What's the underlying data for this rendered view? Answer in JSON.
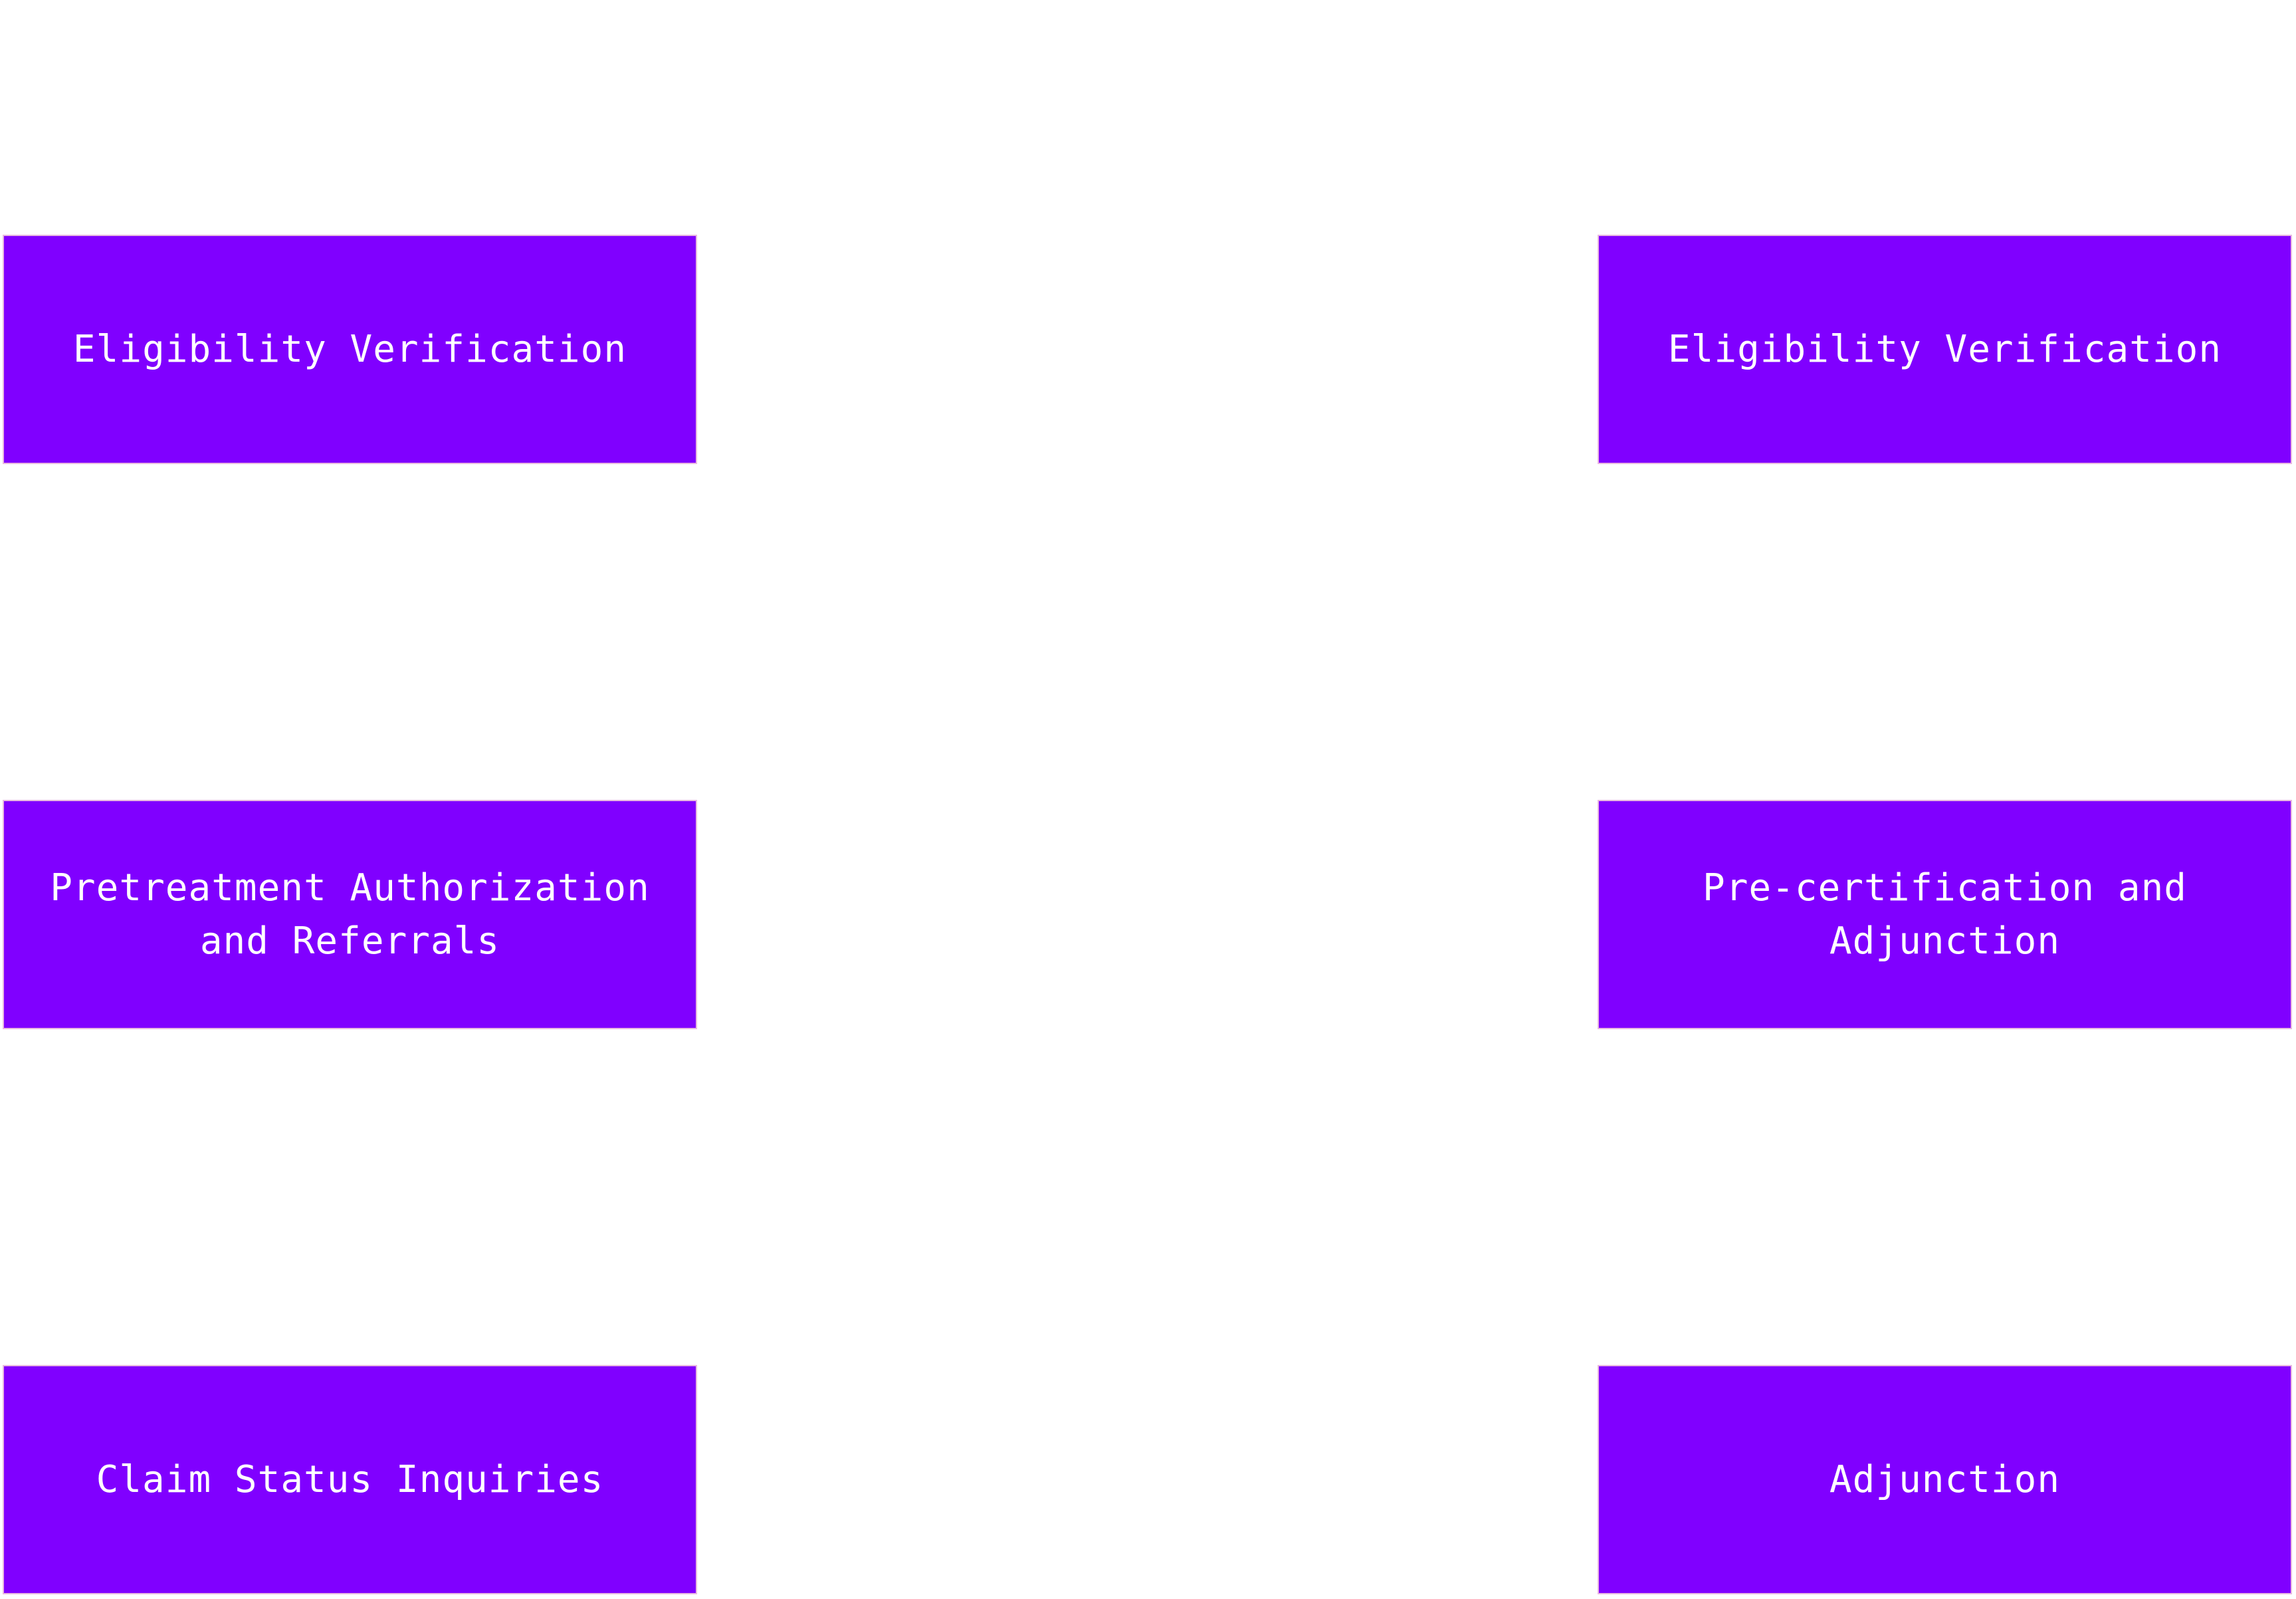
{
  "colors": {
    "box_fill": "#8000ff",
    "box_text": "#ffffff",
    "background": "#ffffff"
  },
  "left_column": [
    {
      "label": "Eligibility Verification"
    },
    {
      "label": "Pretreatment Authorization and Referrals"
    },
    {
      "label": "Claim Status Inquiries"
    }
  ],
  "right_column": [
    {
      "label": "Eligibility Verification"
    },
    {
      "label": "Pre-certification and Adjunction"
    },
    {
      "label": "Adjunction"
    }
  ]
}
